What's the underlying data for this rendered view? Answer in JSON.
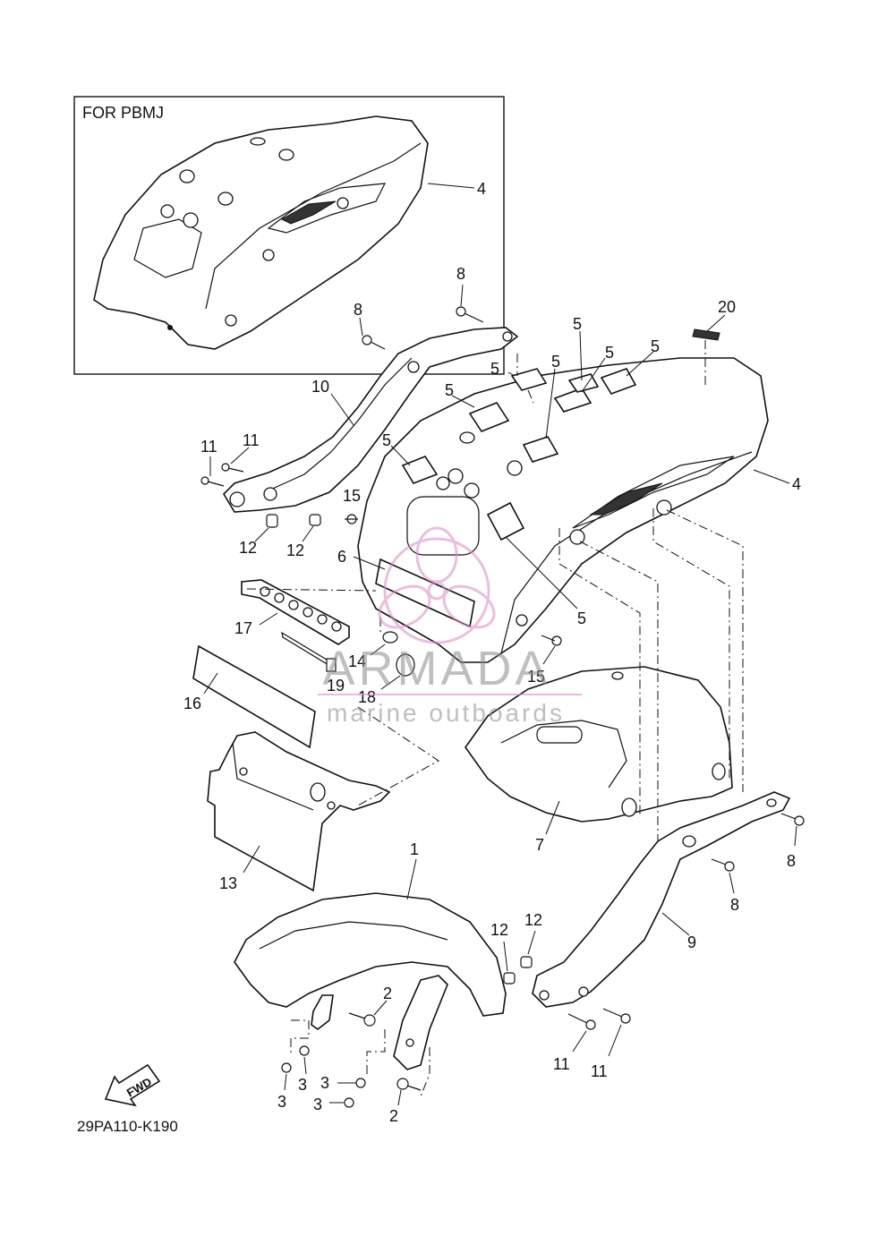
{
  "inset": {
    "title": "FOR PBMJ"
  },
  "watermark": {
    "brand": "ARMADA",
    "tagline": "marine outboards"
  },
  "drawing_code": "29PA110-K190",
  "fwd_label": "FWD",
  "callouts": {
    "c4_inset": "4",
    "c8_a": "8",
    "c8_b": "8",
    "c20": "20",
    "c5_a": "5",
    "c5_b": "5",
    "c5_c": "5",
    "c5_d": "5",
    "c5_e": "5",
    "c5_f": "5",
    "c5_g": "5",
    "c10": "10",
    "c11_a": "11",
    "c11_b": "11",
    "c15_a": "15",
    "c4_main": "4",
    "c12_a": "12",
    "c12_b": "12",
    "c6": "6",
    "c17": "17",
    "c14": "14",
    "c15_b": "15",
    "c18": "18",
    "c16": "16",
    "c19": "19",
    "c7": "7",
    "c8_c": "8",
    "c8_d": "8",
    "c13": "13",
    "c1": "1",
    "c9": "9",
    "c12_c": "12",
    "c12_d": "12",
    "c2_a": "2",
    "c3_a": "3",
    "c3_b": "3",
    "c3_c": "3",
    "c11_c": "11",
    "c11_d": "11",
    "c3_d": "3",
    "c2_b": "2"
  }
}
